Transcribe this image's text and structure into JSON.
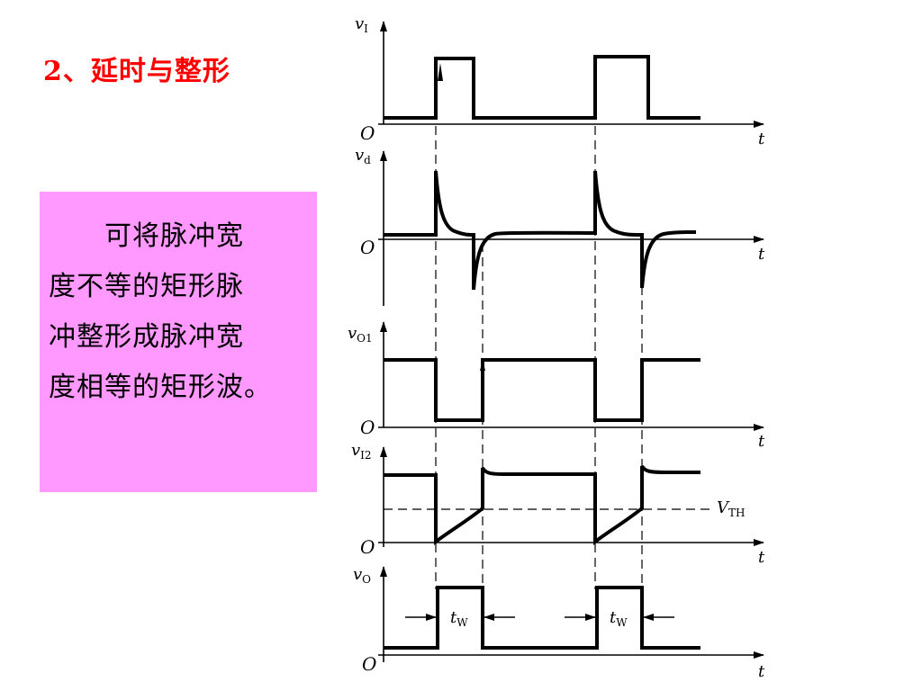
{
  "title": "2、延时与整形",
  "note": {
    "lines": [
      "　　可将脉冲宽",
      "度不等的矩形脉",
      "冲整形成脉冲宽",
      "度相等的矩形波。"
    ]
  },
  "diagram": {
    "origin_label": "O",
    "time_label": "t",
    "axes": [
      {
        "var": "v",
        "sub": "I"
      },
      {
        "var": "v",
        "sub": "d"
      },
      {
        "var": "v",
        "sub": "O1"
      },
      {
        "var": "v",
        "sub": "I2"
      },
      {
        "var": "v",
        "sub": "O"
      }
    ],
    "threshold": {
      "var": "V",
      "sub": "TH"
    },
    "pulse_width": {
      "var": "t",
      "sub": "W"
    }
  }
}
